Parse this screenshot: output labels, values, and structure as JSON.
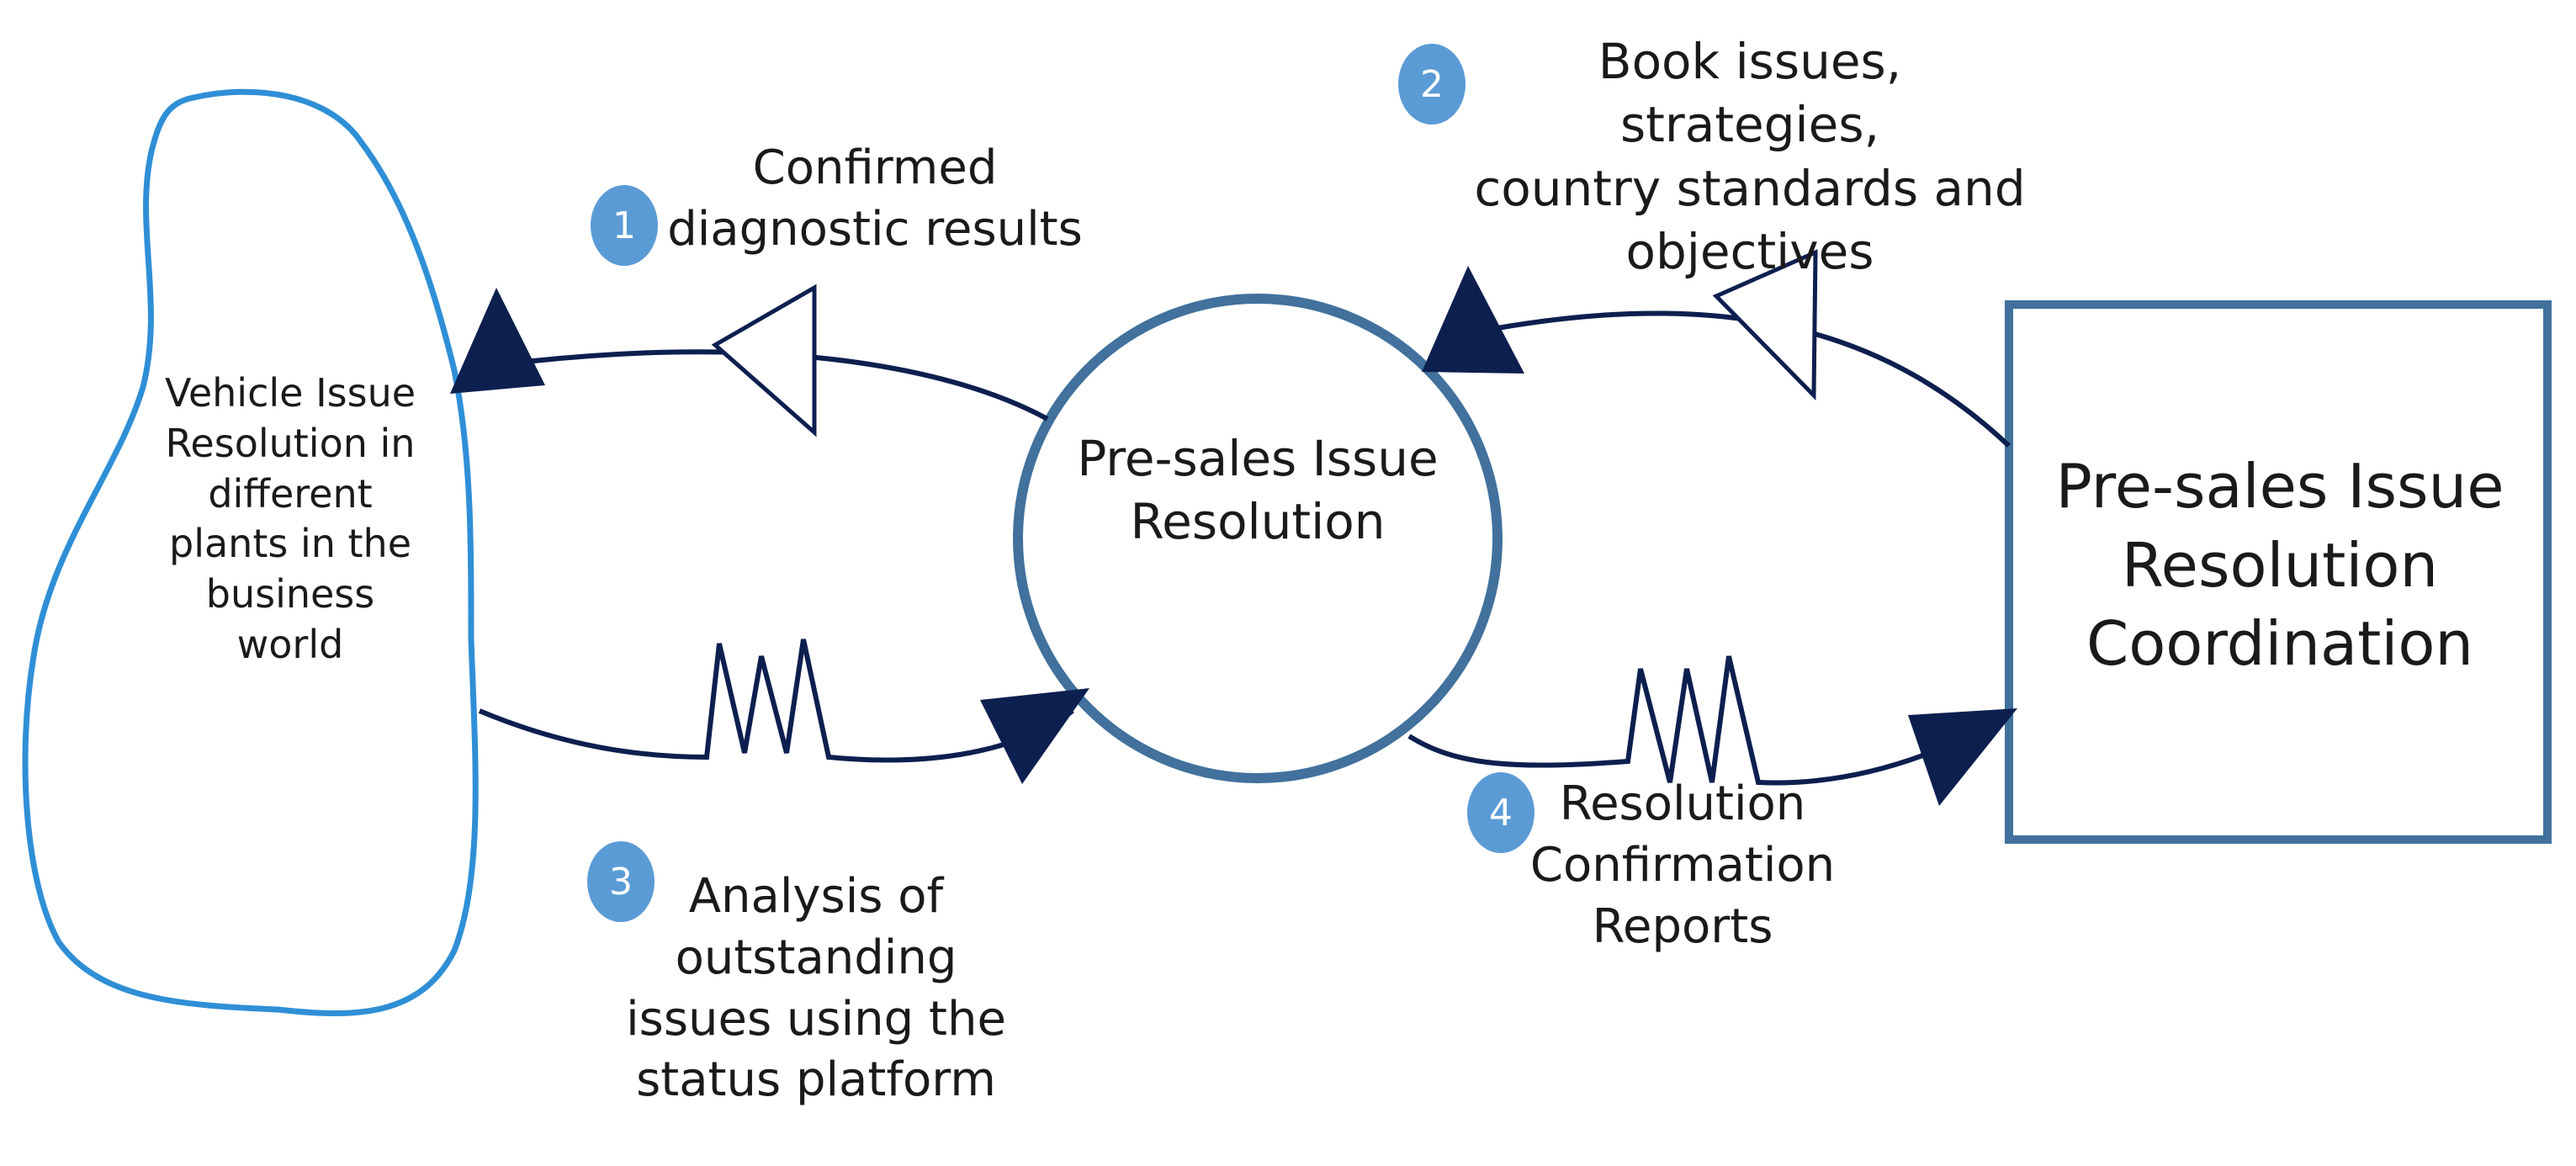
{
  "external_entity": {
    "label": "Vehicle Issue\nResolution in\ndifferent\nplants in the\nbusiness\nworld"
  },
  "process": {
    "label": "Pre-sales Issue\nResolution"
  },
  "terminator": {
    "label": "Pre-sales Issue\nResolution\nCoordination"
  },
  "flows": [
    {
      "number": "1",
      "label": "Confirmed\ndiagnostic results"
    },
    {
      "number": "2",
      "label": "Book issues, strategies,\ncountry standards and\nobjectives"
    },
    {
      "number": "3",
      "label": "Analysis of\noutstanding\nissues using the\nstatus platform"
    },
    {
      "number": "4",
      "label": "Resolution\nConfirmation\nReports"
    }
  ],
  "colors": {
    "blob_outline": "#2f8fd6",
    "process_outline": "#41719c",
    "flow_line": "#0d1f4f",
    "badge_fill": "#5b9bd5"
  }
}
